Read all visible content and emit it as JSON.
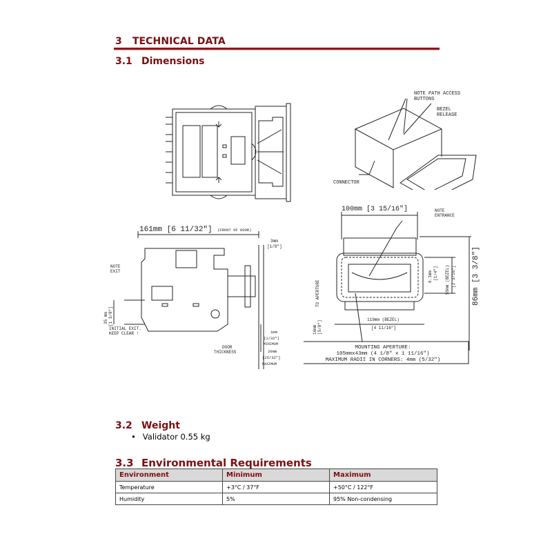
{
  "section": {
    "number": "3",
    "title": "TECHNICAL DATA"
  },
  "dimensions": {
    "number": "3.1",
    "title": "Dimensions",
    "drawing_labels": {
      "note_path_access_buttons": [
        "NOTE PATH ACCESS",
        "BUTTONS"
      ],
      "bezel_release": [
        "BEZEL",
        "RELEASE"
      ],
      "connector": "CONNECTOR",
      "length": "161mm [6 11/32\"]",
      "front_of_door": "(FRONT OF DOOR)",
      "gap_3mm": "3mm",
      "gap_3mm_in": "[1/8\"]",
      "note_exit": [
        "NOTE",
        "EXIT"
      ],
      "height_35": "35 mm",
      "height_35_in": "[1 3/8\"]",
      "initial_exit": [
        "INITIAL EXIT.",
        "KEEP CLEAR !"
      ],
      "door_thickness": [
        "DOOR",
        "THICKNESS"
      ],
      "door_min": "1mm",
      "door_min_in": "[1/32\"]",
      "minimum": "MINIMUM",
      "door_max": "20mm",
      "door_max_in": "[25/32\"]",
      "maximum": "MAXIMUM",
      "width_100": "100mm [3 15/16\"]",
      "note_entrance": [
        "NOTE",
        "ENTRANCE"
      ],
      "h_86": "86mm [3 3/8\"]",
      "h_55": "55mm (BEZEL)",
      "h_55_in": "[2 3/16\"]",
      "h_6": "6.1mm",
      "h_6_in": "[1/4\"]",
      "to_aperture": "TO APERTURE",
      "h_16": "16mm",
      "h_16_in": "[5/8\"]",
      "bezel_119": "119mm (BEZEL)",
      "bezel_119_in": "[4 11/16\"]",
      "mounting": [
        "MOUNTING APERTURE:",
        "105mmx43mm (4 1/8\" x 1 11/16\")",
        "MAXIMUM RADII IN CORNERS: 4mm (5/32\")"
      ]
    }
  },
  "weight": {
    "number": "3.2",
    "title": "Weight",
    "items": [
      "Validator 0.55 kg"
    ]
  },
  "environment": {
    "number": "3.3",
    "title": "Environmental Requirements",
    "headers": [
      "Environment",
      "Minimum",
      "Maximum"
    ],
    "rows": [
      [
        "Temperature",
        "+3°C / 37°F",
        "+50°C / 122°F"
      ],
      [
        "Humidity",
        "5%",
        "95% Non-condensing"
      ]
    ]
  },
  "colors": {
    "heading": "#7a0f12",
    "rule": "#8b1a1c",
    "table_header_bg": "#d9d9d9"
  }
}
